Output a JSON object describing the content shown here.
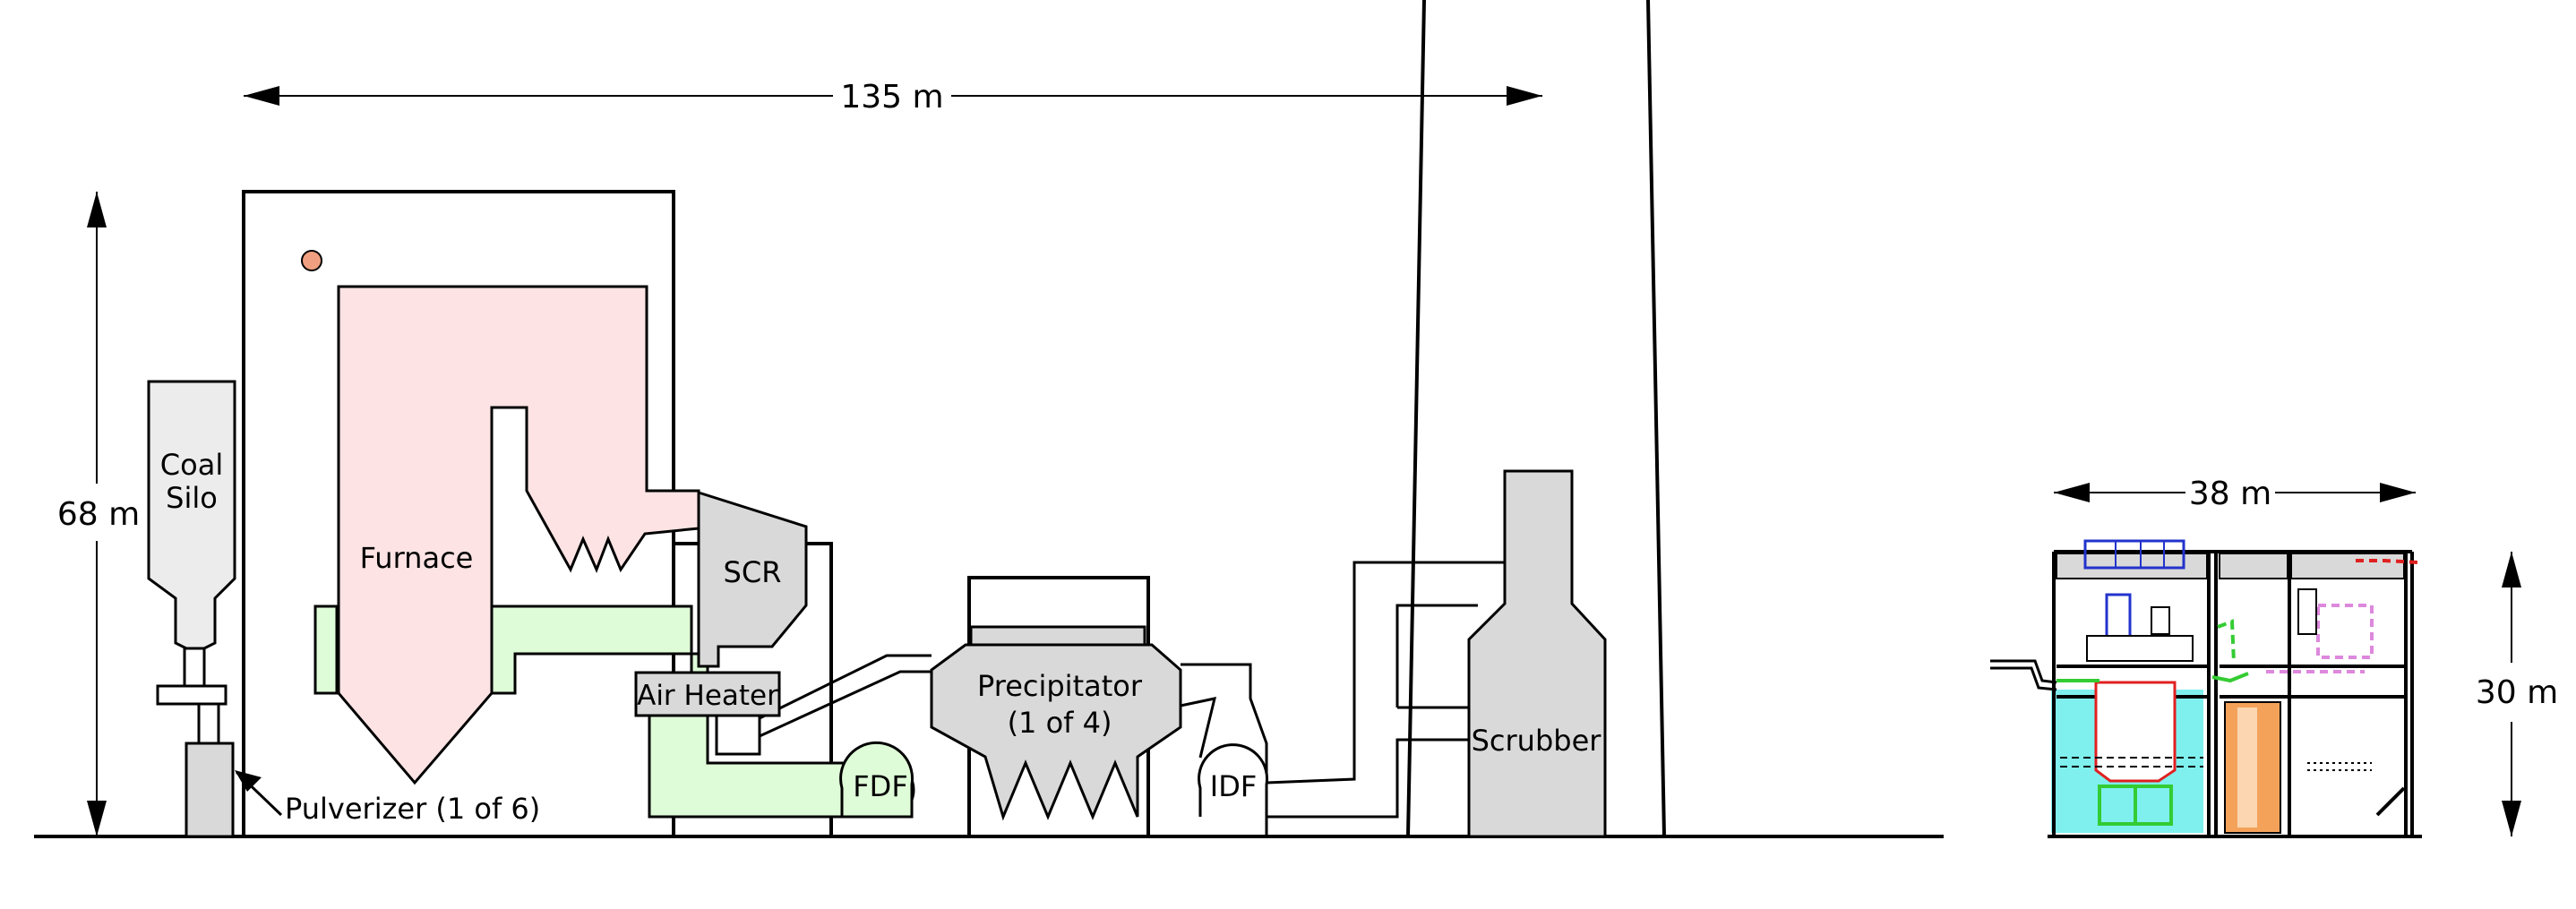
{
  "dimensions": {
    "plant_width": "135 m",
    "plant_height": "68 m",
    "reactor_width": "38 m",
    "reactor_height": "30 m"
  },
  "components": {
    "coal_silo_line1": "Coal",
    "coal_silo_line2": "Silo",
    "furnace": "Furnace",
    "scr": "SCR",
    "air_heater": "Air Heater",
    "fdf": "FDF",
    "precipitator_line1": "Precipitator",
    "precipitator_line2": "(1 of 4)",
    "idf": "IDF",
    "scrubber": "Scrubber",
    "pulverizer": "Pulverizer (1 of 6)"
  },
  "colors": {
    "furnace_fill": "#fde3e3",
    "air_duct_fill": "#dffcd8",
    "equipment_fill": "#d9d9d9",
    "silo_fill": "#ececec",
    "burner_dot": "#f0a080",
    "reactor_pool": "#7ff0ee",
    "reactor_core": "#f4a25a",
    "reactor_blue": "#2233cc",
    "reactor_red": "#e02020",
    "reactor_green": "#33cc33",
    "reactor_violet": "#dd88dd"
  }
}
